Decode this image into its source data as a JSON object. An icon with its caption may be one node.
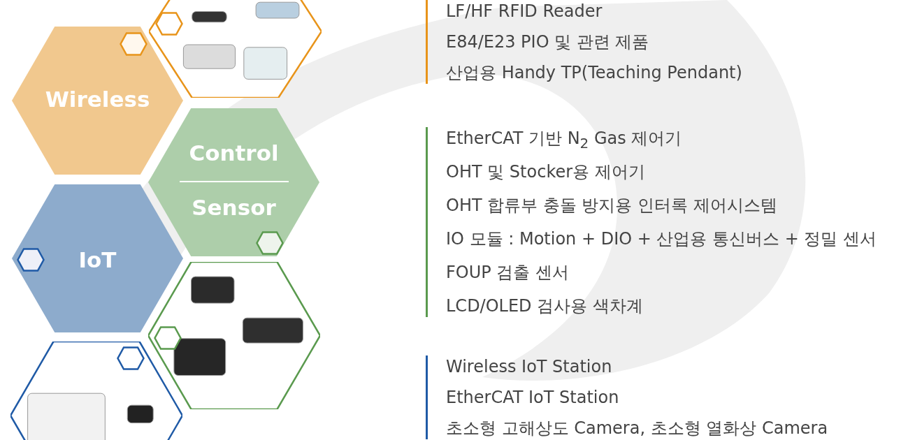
{
  "diagram": {
    "nodes": [
      {
        "text": [],
        "shape": "picture"
      },
      {
        "text": [
          "Wireless"
        ]
      },
      {
        "text": [
          "Control",
          "Sensor"
        ]
      },
      {
        "text": [
          "IoT"
        ]
      },
      {
        "text": [],
        "shape": "picture"
      },
      {
        "text": [],
        "shape": "picture"
      }
    ],
    "labels": [
      "LF/HF RFID Reader",
      "E84/E23 PIO 및 관련 제품",
      "산업용 Handy TP(Teaching Pendant)",
      "EtherCAT 기반 N$_{2}$ Gas 제어기",
      "OHT 및 Stocker용 제어기",
      "OHT 합류부 충돌 방지용 인터록 제어시스템",
      "IO 모듈 : Motion + DIO + 산업용 통신버스 + 정밀 센서",
      "FOUP 검출 센서",
      "LCD/OLED 검사용 색차계",
      "Wireless IoT Station",
      "EtherCAT IoT Station",
      "초소형 고해상도 Camera, 초소형 열화상 Camera"
    ]
  }
}
